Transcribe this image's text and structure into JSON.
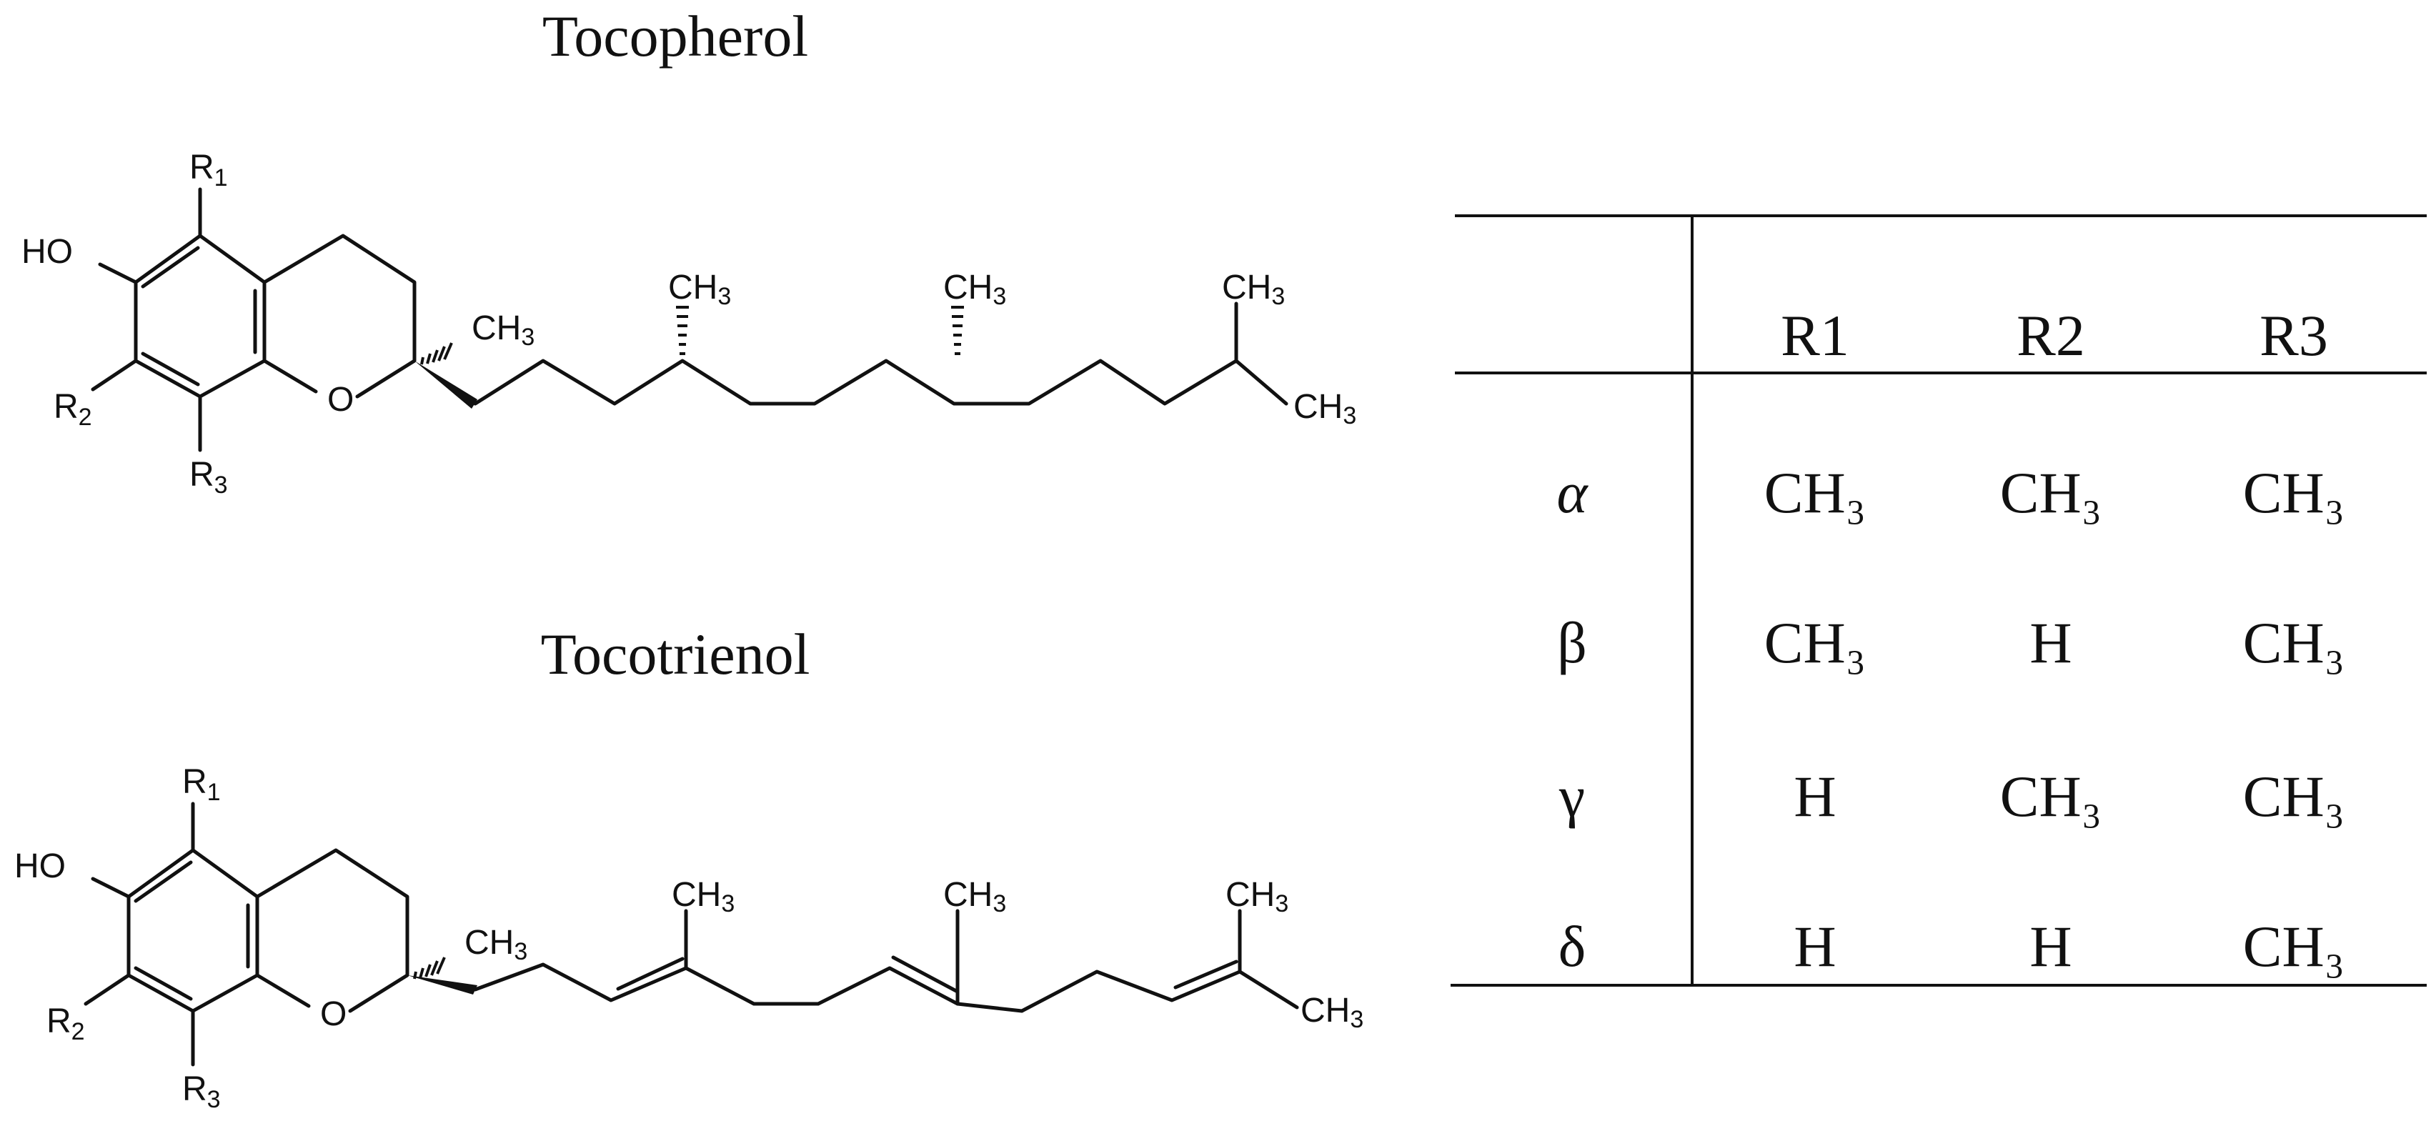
{
  "tocopherol": {
    "title": "Tocopherol",
    "labels": {
      "r1": "R",
      "r1_sub": "1",
      "r2": "R",
      "r2_sub": "2",
      "r3": "R",
      "r3_sub": "3",
      "ho": "HO",
      "o": "O",
      "ch3": "CH",
      "ch3_sub": "3"
    }
  },
  "tocotrienol": {
    "title": "Tocotrienol",
    "labels": {
      "r1": "R",
      "r1_sub": "1",
      "r2": "R",
      "r2_sub": "2",
      "r3": "R",
      "r3_sub": "3",
      "ho": "HO",
      "o": "O",
      "ch3": "CH",
      "ch3_sub": "3"
    }
  },
  "table": {
    "headers": [
      "R1",
      "R2",
      "R3"
    ],
    "rows": [
      {
        "label": "α",
        "r1": "CH₃",
        "r2": "CH₃",
        "r3": "CH₃"
      },
      {
        "label": "β",
        "r1": "CH₃",
        "r2": "H",
        "r3": "CH₃"
      },
      {
        "label": "γ",
        "r1": "H",
        "r2": "CH₃",
        "r3": "CH₃"
      },
      {
        "label": "δ",
        "r1": "H",
        "r2": "H",
        "r3": "CH₃"
      }
    ]
  }
}
